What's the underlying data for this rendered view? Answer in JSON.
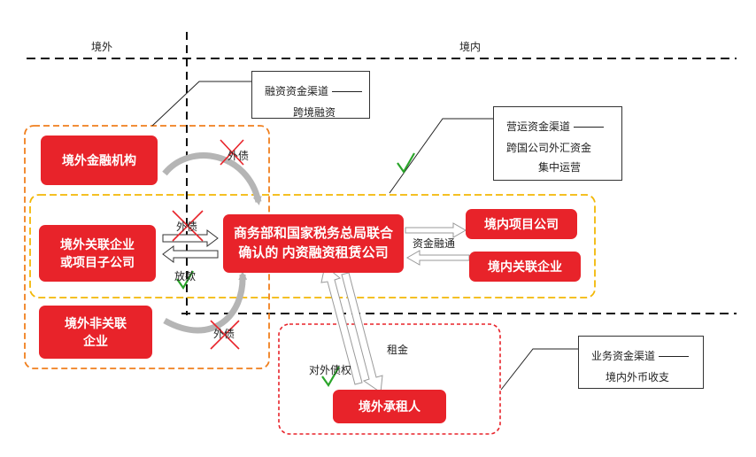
{
  "regions": {
    "overseas": "境外",
    "domestic": "境内"
  },
  "nodes": {
    "center": [
      "商务部和国家税务总局联合",
      "确认的 内资融资租赁公司"
    ],
    "overseas_financial": "境外金融机构",
    "overseas_affiliate": [
      "境外关联企业",
      "或项目子公司"
    ],
    "overseas_non_affiliate": [
      "境外非关联",
      "企业"
    ],
    "domestic_project": "境内项目公司",
    "domestic_affiliate": "境内关联企业",
    "overseas_lessee": "境外承租人"
  },
  "notes": {
    "financing": {
      "title": "融资资金渠道",
      "body": "跨境融资"
    },
    "operating": {
      "title": "营运资金渠道",
      "body": [
        "跨国公司外汇资金",
        "集中运营"
      ]
    },
    "business": {
      "title": "业务资金渠道",
      "body": "境内外币收支"
    }
  },
  "edge_labels": {
    "foreign_debt_top": "外债",
    "foreign_debt_mid": "外债",
    "lending": "放款",
    "foreign_debt_bottom": "外债",
    "fund_financing": "资金融通",
    "rent": "租金",
    "foreign_claim": "对外债权"
  },
  "colors": {
    "box_red": "#e8232a",
    "orange_border": "#f07f1d",
    "yellow_border": "#f2b705",
    "red_dashed": "#e8232a",
    "cross": "#e8232a",
    "check": "#2aa52a"
  }
}
